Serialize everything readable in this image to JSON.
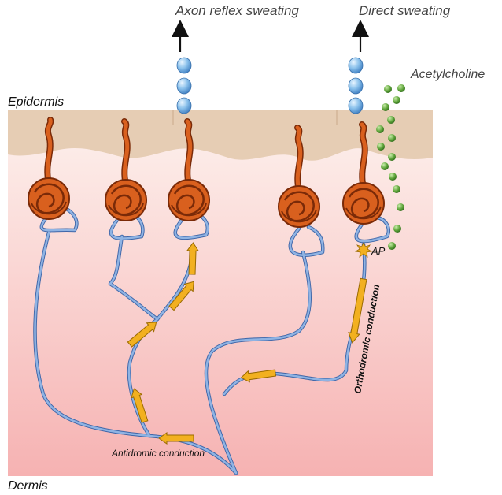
{
  "labels": {
    "axon_reflex_sweating": "Axon reflex sweating",
    "direct_sweating": "Direct sweating",
    "acetylcholine": "Acetylcholine",
    "epidermis": "Epidermis",
    "dermis": "Dermis",
    "ap": "AP",
    "orthodromic_conduction": "Orthodromic conduction",
    "antidromic_conduction": "Antidromic conduction"
  },
  "colors": {
    "epidermis": "#e6cdb4",
    "dermis_top": "#fdf2ee",
    "dermis_bottom": "#f6b2b2",
    "gland": "#d9601e",
    "gland_dark": "#7a2a08",
    "nerve": "#8fb3e3",
    "nerve_edge": "#3f66a8",
    "arrow": "#f2b020",
    "arrow_edge": "#9a6a00",
    "sweat_droplet": "#7fb8e8",
    "acetylcholine": "#5ea43a"
  },
  "icons": {
    "sweat_droplet": "sweat-droplet-icon",
    "acetylcholine_particle": "acetylcholine-particle-icon",
    "sweat_gland": "sweat-gland-icon",
    "action_potential": "action-potential-star-icon",
    "output_arrow": "arrow-up-icon"
  }
}
